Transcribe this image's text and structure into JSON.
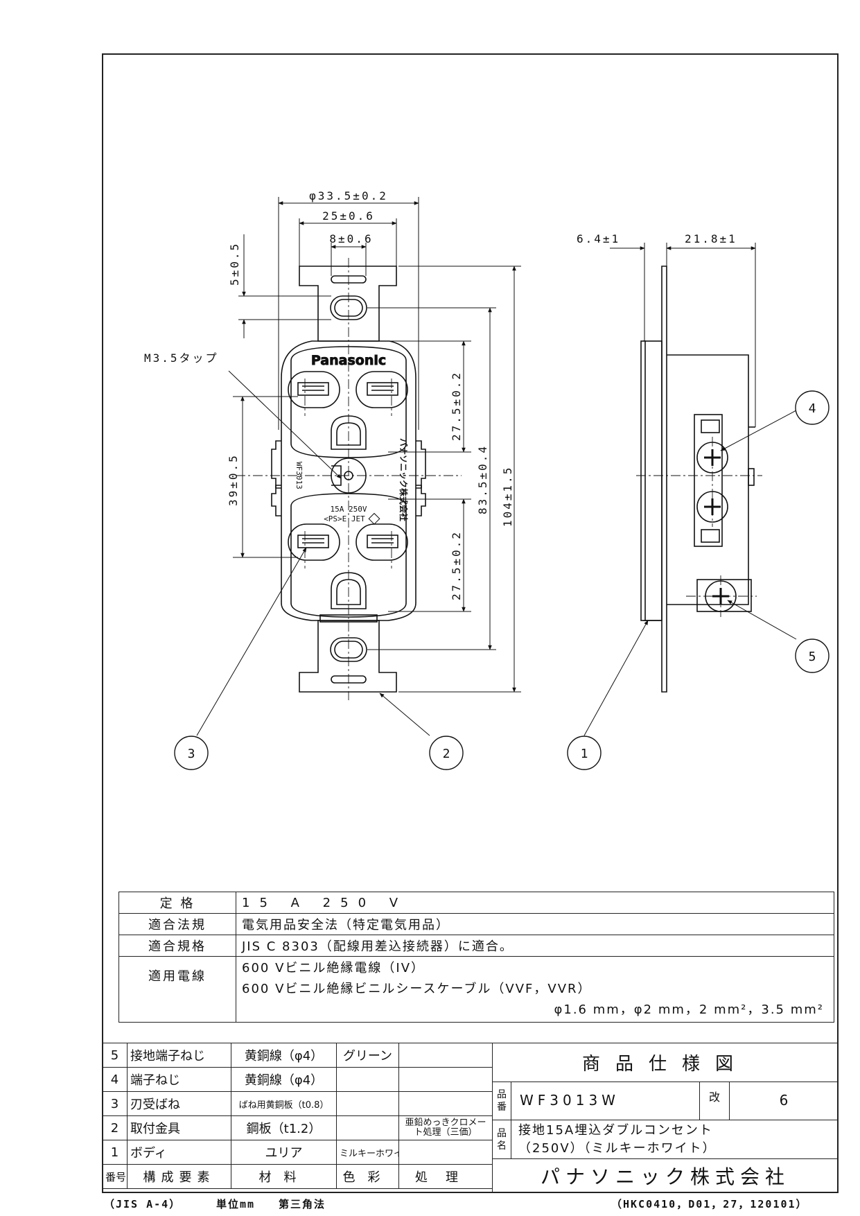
{
  "dimensions": {
    "outer_dia": "φ33.5±0.2",
    "width_25": "25±0.6",
    "width_8": "8±0.6",
    "slot_5": "5±0.5",
    "side_64": "6.4±1",
    "side_218": "21.8±1",
    "pitch_275_top": "27.5±0.2",
    "pitch_275_bottom": "27.5±0.2",
    "h_835": "83.5±0.4",
    "h_104": "104±1.5",
    "h_39": "39±0.5",
    "tap": "M3.5タップ"
  },
  "face_text": {
    "brand": "Panasonic",
    "model": "WF3013",
    "maker": "パナソニック株式会社",
    "rating": "15A 250V",
    "mark": "<PS>E JET"
  },
  "callouts": [
    "1",
    "2",
    "3",
    "4",
    "5"
  ],
  "spec": {
    "rating_label": "定 格",
    "rating_value": "15 A 250 V",
    "law_label": "適合法規",
    "law_value": "電気用品安全法（特定電気用品）",
    "standard_label": "適合規格",
    "standard_value": "JIS C 8303（配線用差込接続器）に適合。",
    "wire_label": "適用電線",
    "wire_1": "600 Vビニル絶縁電線（IV）",
    "wire_2": "600 Vビニル絶縁ビニルシースケーブル（VVF，VVR）",
    "wire_3": "φ1.6 mm，φ2 mm，2 mm²，3.5 mm²"
  },
  "parts": {
    "header": [
      "番号",
      "構成要素",
      "材料",
      "色彩",
      "処理"
    ],
    "rows": [
      {
        "no": "5",
        "part": "接地端子ねじ",
        "material": "黄銅線（φ4）",
        "color": "グリーン",
        "finish": ""
      },
      {
        "no": "4",
        "part": "端子ねじ",
        "material": "黄銅線（φ4）",
        "color": "",
        "finish": ""
      },
      {
        "no": "3",
        "part": "刃受ばね",
        "material": "ばね用黄銅板（t0.8）",
        "color": "",
        "finish": ""
      },
      {
        "no": "2",
        "part": "取付金具",
        "material": "鋼板（t1.2）",
        "color": "",
        "finish": "亜鉛めっきクロメート処理（三価）"
      },
      {
        "no": "1",
        "part": "ボディ",
        "material": "ユリア",
        "color": "ミルキーホワイト",
        "finish": ""
      }
    ]
  },
  "title_block": {
    "heading": "商品仕様図",
    "part_no_tag": "品番",
    "part_no": "WF3013W",
    "rev_tag": "改",
    "rev": "6",
    "name_tag": "品名",
    "name_1": "接地15A埋込ダブルコンセント",
    "name_2": "（250V）（ミルキーホワイト）",
    "company": "パナソニック株式会社"
  },
  "footer": {
    "paper": "（JIS A-4）",
    "unit": "単位mm",
    "projection": "第三角法",
    "code": "（HKC0410，D01，27，120101）"
  }
}
